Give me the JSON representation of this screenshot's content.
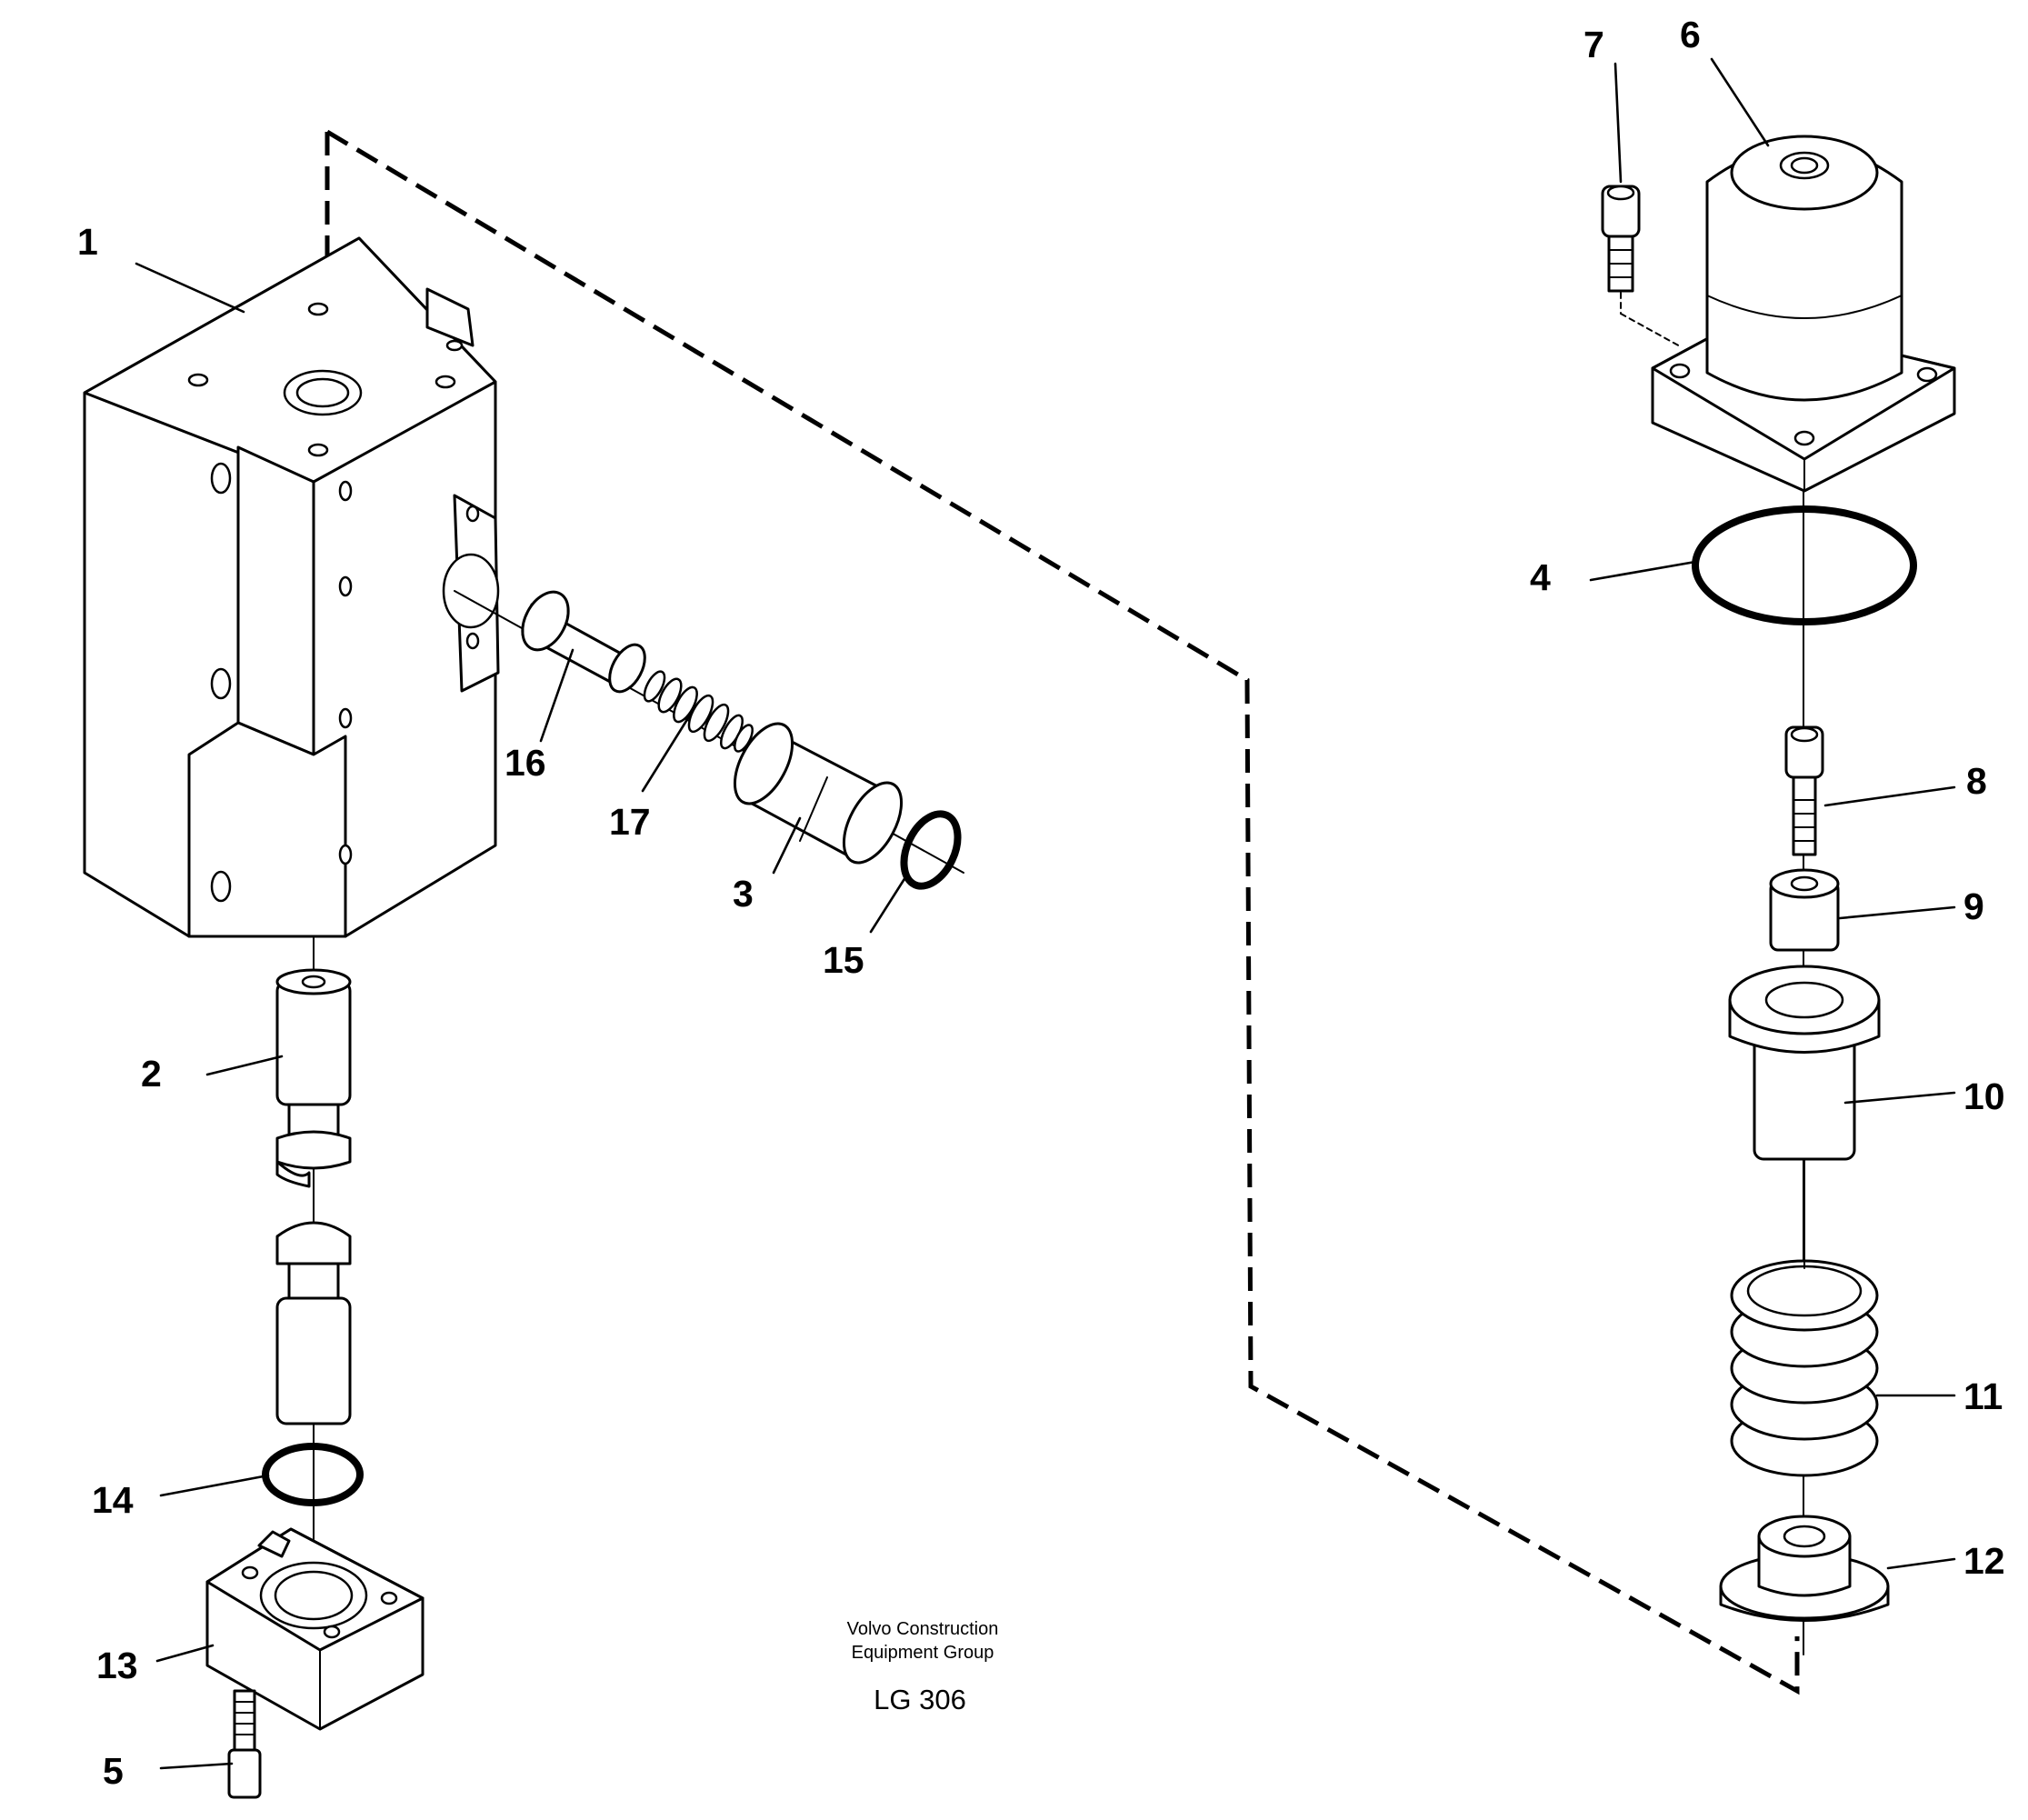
{
  "diagram": {
    "callouts": [
      {
        "id": "1",
        "text": "1"
      },
      {
        "id": "2",
        "text": "2"
      },
      {
        "id": "3",
        "text": "3"
      },
      {
        "id": "4",
        "text": "4"
      },
      {
        "id": "5",
        "text": "5"
      },
      {
        "id": "6",
        "text": "6"
      },
      {
        "id": "7",
        "text": "7"
      },
      {
        "id": "8",
        "text": "8"
      },
      {
        "id": "9",
        "text": "9"
      },
      {
        "id": "10",
        "text": "10"
      },
      {
        "id": "11",
        "text": "11"
      },
      {
        "id": "12",
        "text": "12"
      },
      {
        "id": "13",
        "text": "13"
      },
      {
        "id": "14",
        "text": "14"
      },
      {
        "id": "15",
        "text": "15"
      },
      {
        "id": "16",
        "text": "16"
      },
      {
        "id": "17",
        "text": "17"
      }
    ],
    "caption_line1": "Volvo Construction",
    "caption_line2": "Equipment Group",
    "drawing_number": "LG 306"
  }
}
